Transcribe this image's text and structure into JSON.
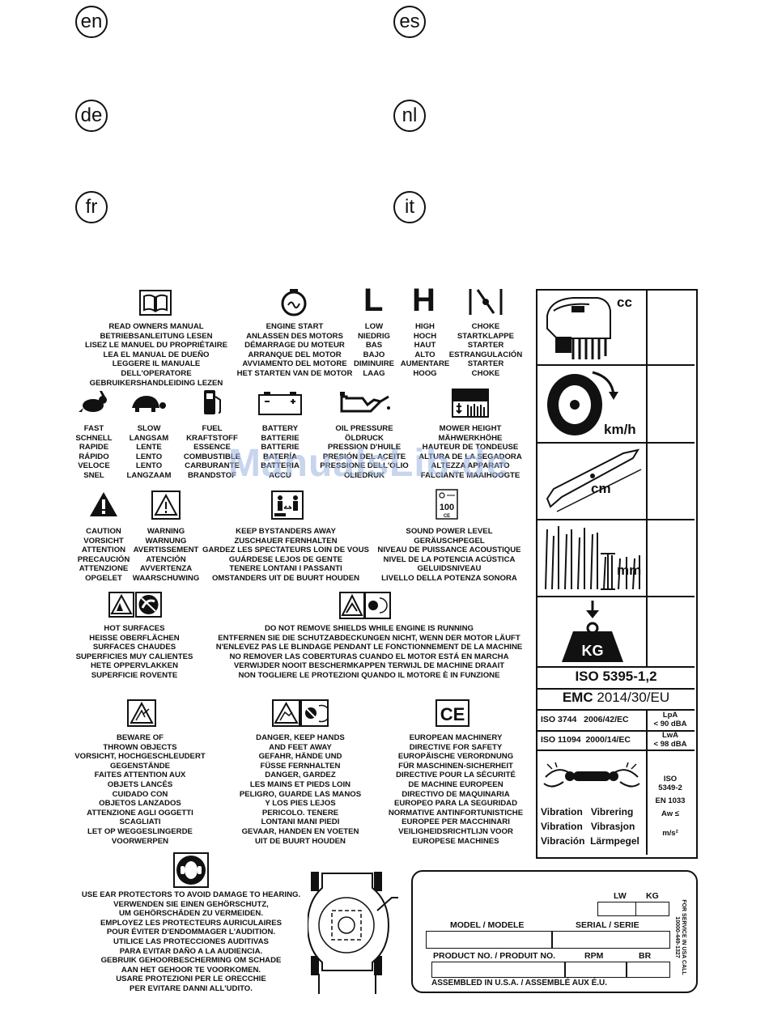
{
  "languages": [
    "en",
    "es",
    "de",
    "nl",
    "fr",
    "it"
  ],
  "watermark": "ManualsLib.de",
  "symbols": {
    "read_manual": "READ OWNERS MANUAL\nBETRIEBSANLEITUNG LESEN\nLISEZ LE MANUEL DU PROPRIÉTAIRE\nLEA EL MANUAL DE DUEÑO\nLEGGERE IL MANUALE DELL'OPERATORE\nGEBRUIKERSHANDLEIDING LEZEN",
    "engine_start": "ENGINE START\nANLASSEN DES MOTORS\nDÉMARRAGE DU MOTEUR\nARRANQUE DEL MOTOR\nAVVIAMENTO DEL MOTORE\nHET STARTEN VAN DE MOTOR",
    "low_letter": "L",
    "low": "LOW\nNIEDRIG\nBAS\nBAJO\nDIMINUIRE\nLAAG",
    "high_letter": "H",
    "high": "HIGH\nHOCH\nHAUT\nALTO\nAUMENTARE\nHOOG",
    "choke": "CHOKE\nSTARTKLAPPE\nSTARTER\nESTRANGULACIÓN\nSTARTER\nCHOKE",
    "fast": "FAST\nSCHNELL\nRAPIDE\nRÁPIDO\nVELOCE\nSNEL",
    "slow": "SLOW\nLANGSAM\nLENTE\nLENTO\nLENTO\nLANGZAAM",
    "fuel": "FUEL\nKRAFTSTOFF\nESSENCE\nCOMBUSTIBLE\nCARBURANTE\nBRANDSTOF",
    "battery": "BATTERY\nBATTERIE\nBATTERIE\nBATERÍA\nBATTERIA\nACCU",
    "oil_pressure": "OIL PRESSURE\nÖLDRUCK\nPRESSION D'HUILE\nPRESIÓN DEL ACEITE\nPRESSIONE DELL'OLIO\nOLIEDRUK",
    "mower_height": "MOWER HEIGHT\nMÄHWERKHÖHE\nHAUTEUR DE TONDEUSE\nALTURA DE LA SEGADORA\nALTEZZA APPARATO\nFALCIANTE MAAIHOOGTE",
    "caution": "CAUTION\nVORSICHT\nATTENTION\nPRECAUCIÓN\nATTENZIONE\nOPGELET",
    "warning": "WARNING\nWARNUNG\nAVERTISSEMENT\nATENCIÓN\nAVVERTENZA\nWAARSCHUWING",
    "bystanders": "KEEP BYSTANDERS AWAY\nZUSCHAUER FERNHALTEN\nGARDEZ LES SPECTATEURS LOIN DE VOUS\nGUÁRDESE LEJOS DE GENTE\nTENERE LONTANI I PASSANTI\nOMSTANDERS UIT DE BUURT HOUDEN",
    "sound": "SOUND POWER LEVEL\nGERÄUSCHPEGEL\nNIVEAU DE PUISSANCE ACOUSTIQUE\nNIVEL DE LA POTENCIA ACÚSTICA\nGELUIDSNIVEAU\nLIVELLO DELLA POTENZA SONORA",
    "sound_value": "100",
    "hot": "HOT SURFACES\nHEISSE OBERFLÄCHEN\nSURFACES CHAUDES\nSUPERFICIES MUY CALIENTES\nHETE OPPERVLAKKEN\nSUPERFICIE ROVENTE",
    "shields": "DO NOT REMOVE SHIELDS WHILE ENGINE IS RUNNING\nENTFERNEN SIE DIE SCHUTZABDECKUNGEN NICHT, WENN DER MOTOR LÄUFT\nN'ENLEVEZ PAS LE BLINDAGE PENDANT LE FONCTIONNEMENT DE LA MACHINE\nNO REMOVER LAS COBERTURAS CUANDO EL MOTOR ESTÁ EN MARCHA\nVERWIJDER NOOIT BESCHERMKAPPEN TERWIJL DE MACHINE DRAAIT\nNON TOGLIERE LE PROTEZIONI QUANDO IL MOTORE È IN FUNZIONE",
    "thrown": "BEWARE OF\nTHROWN OBJECTS\nVORSICHT, HOCHGESCHLEUDERT\nGEGENSTÄNDE\nFAITES ATTENTION AUX\nOBJETS LANCÉS\nCUIDADO CON\nOBJETOS LANZADOS\nATTENZIONE AGLI OGGETTI\nSCAGLIATI\nLET OP WEGGESLINGERDE\nVOORWERPEN",
    "hands": "DANGER, KEEP HANDS\nAND FEET AWAY\nGEFAHR, HÄNDE UND\nFÜSSE FERNHALTEN\nDANGER, GARDEZ\nLES MAINS ET PIEDS LOIN\nPELIGRO, GUARDE LAS MANOS\nY LOS PIES LEJOS\nPERICOLO. TENERE\nLONTANI MANI PIEDI\nGEVAAR, HANDEN EN VOETEN\nUIT DE BUURT HOUDEN",
    "ce_mark": "CE",
    "ce": "EUROPEAN MACHINERY\nDIRECTIVE FOR SAFETY\nEUROPÄISCHE VERORDNUNG\nFÜR MASCHINEN-SICHERHEIT\nDIRECTIVE POUR LA SÉCURITÉ\nDE MACHINE EUROPEEN\nDIRECTIVO DE MAQUINARIA\nEUROPEO PARA LA SEGURIDAD\nNORMATIVE ANTINFORTUNISTICHE\nEUROPEE PER MACCHINARI\nVEILIGHEIDSRICHTLIJN VOOR\nEUROPESE MACHINES",
    "ear": "USE EAR PROTECTORS TO AVOID DAMAGE TO HEARING.\nVERWENDEN SIE EINEN GEHÖRSCHUTZ,\nUM GEHÖRSCHÄDEN ZU VERMEIDEN.\nEMPLOYEZ LES PROTECTEURS AURICULAIRES\nPOUR ÉVITER D'ENDOMMAGER L'AUDITION.\nUTILICE LAS PROTECCIONES AUDITIVAS\nPARA EVITAR DAÑO A LA AUDIENCIA.\nGEBRUIK GEHOORBESCHERMING OM SCHADE\nAAN HET GEHOOR TE VOORKOMEN.\nUSARE PROTEZIONI PER LE ORECCHIE\nPER EVITARE DANNI ALL'UDITO."
  },
  "spec_table": {
    "cc": "cc",
    "kmh": "km/h",
    "cm": "cm",
    "mm": "mm",
    "kg": "KG",
    "iso_5395": "ISO 5395-1,2",
    "emc_label": "EMC",
    "emc_value": "2014/30/EU",
    "iso_3744": "ISO 3744",
    "directive_3744": "2006/42/EC",
    "lpa": "LpA\n< 90 dBA",
    "iso_11094": "ISO 11094",
    "directive_11094": "2000/14/EC",
    "lwa": "LwA\n< 98 dBA",
    "vibration_lines": [
      "Vibration",
      "Vibrering",
      "Vibration",
      "Vibrasjon",
      "Vibración",
      "Lärmpegel"
    ],
    "iso_5349": "ISO\n5349-2",
    "en_1033": "EN 1033",
    "aw": "Aw ≤",
    "ms2": "m/s²"
  },
  "serial_label": {
    "lw": "LW",
    "kg": "KG",
    "model": "MODEL / MODELE",
    "serial": "SERIAL / SERIE",
    "product_no": "PRODUCT NO. / PRODUIT NO.",
    "rpm": "RPM",
    "br": "BR",
    "assembled": "ASSEMBLED IN U.S.A. / ASSEMBLÉ AUX É.U.",
    "service": "FOR SERVICE IN USA CALL\n10000-449-1327"
  }
}
